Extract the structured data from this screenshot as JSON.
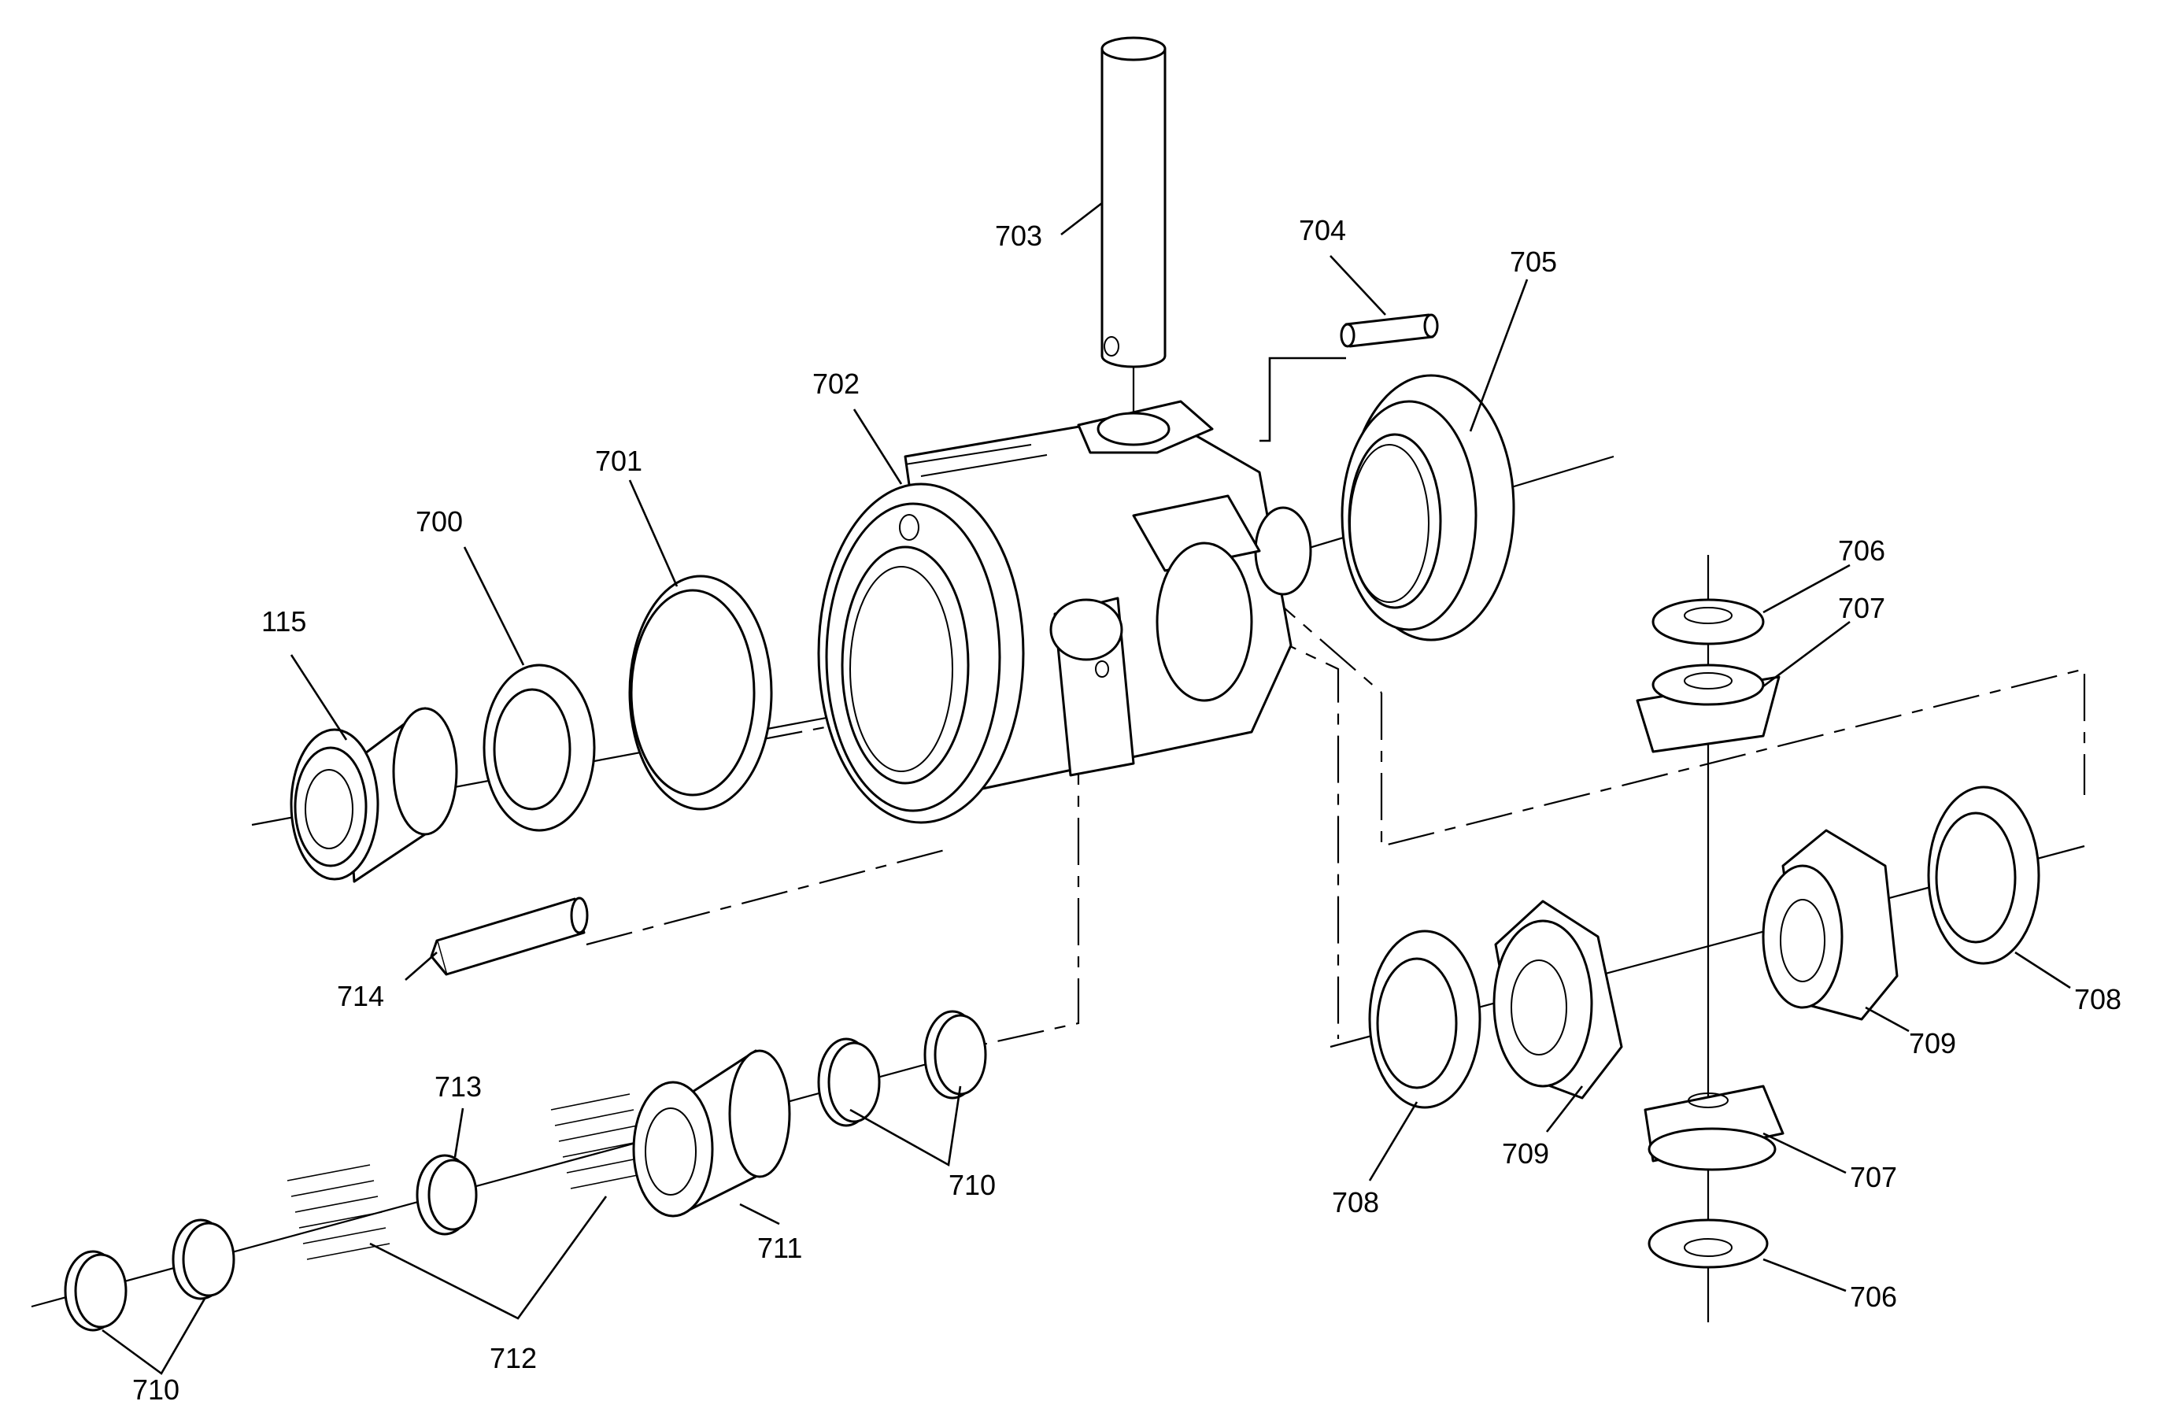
{
  "diagram": {
    "labels": [
      {
        "id": "l115",
        "text": "115"
      },
      {
        "id": "l700",
        "text": "700"
      },
      {
        "id": "l701",
        "text": "701"
      },
      {
        "id": "l702",
        "text": "702"
      },
      {
        "id": "l703",
        "text": "703"
      },
      {
        "id": "l704",
        "text": "704"
      },
      {
        "id": "l705",
        "text": "705"
      },
      {
        "id": "l706a",
        "text": "706"
      },
      {
        "id": "l707a",
        "text": "707"
      },
      {
        "id": "l708a",
        "text": "708"
      },
      {
        "id": "l709a",
        "text": "709"
      },
      {
        "id": "l709b",
        "text": "709"
      },
      {
        "id": "l708b",
        "text": "708"
      },
      {
        "id": "l707b",
        "text": "707"
      },
      {
        "id": "l706b",
        "text": "706"
      },
      {
        "id": "l710a",
        "text": "710"
      },
      {
        "id": "l711",
        "text": "711"
      },
      {
        "id": "l712",
        "text": "712"
      },
      {
        "id": "l713",
        "text": "713"
      },
      {
        "id": "l714",
        "text": "714"
      },
      {
        "id": "l710b",
        "text": "710"
      }
    ]
  },
  "colors": {
    "line": "#000000",
    "background": "#ffffff"
  }
}
